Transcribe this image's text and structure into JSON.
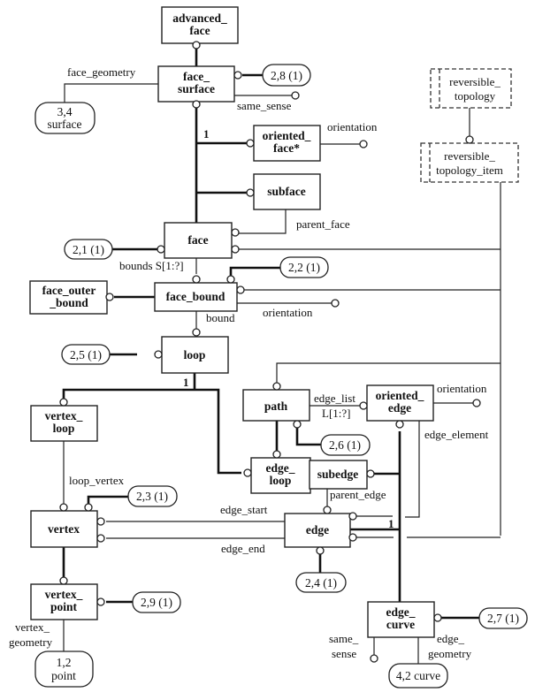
{
  "diagram": {
    "type": "EXPRESS-G",
    "entities": {
      "advanced_face": [
        "advanced_",
        "face"
      ],
      "face_surface": [
        "face_",
        "surface"
      ],
      "oriented_face": [
        "oriented_",
        "face*"
      ],
      "subface": [
        "subface"
      ],
      "face": [
        "face"
      ],
      "face_outer_bound": [
        "face_outer",
        "_bound"
      ],
      "face_bound": [
        "face_bound"
      ],
      "loop": [
        "loop"
      ],
      "vertex_loop": [
        "vertex_",
        "loop"
      ],
      "path": [
        "path"
      ],
      "oriented_edge": [
        "oriented_",
        "edge"
      ],
      "edge_loop": [
        "edge_",
        "loop"
      ],
      "subedge": [
        "subedge"
      ],
      "vertex": [
        "vertex"
      ],
      "edge": [
        "edge"
      ],
      "vertex_point": [
        "vertex_",
        "point"
      ],
      "edge_curve": [
        "edge_",
        "curve"
      ]
    },
    "external_types": {
      "reversible_topology": [
        "reversible_",
        "topology"
      ],
      "reversible_topology_item": [
        "reversible_",
        "topology_item"
      ]
    },
    "page_refs": {
      "r28": "2,8 (1)",
      "r21": "2,1 (1)",
      "r22": "2,2 (1)",
      "r25": "2,5 (1)",
      "r26": "2,6 (1)",
      "r23": "2,3 (1)",
      "r24": "2,4 (1)",
      "r29": "2,9 (1)",
      "r27": "2,7 (1)",
      "surface": [
        "3,4",
        "surface"
      ],
      "point": [
        "1,2",
        "point"
      ],
      "curve": "4,2 curve"
    },
    "labels": {
      "face_geometry": "face_geometry",
      "same_sense_fs": "same_sense",
      "orientation_of": "orientation",
      "parent_face": "parent_face",
      "bounds": "bounds S[1:?]",
      "orientation_fb": "orientation",
      "bound": "bound",
      "edge_list": "edge_list",
      "edge_list_agg": "L[1:?]",
      "orientation_oe": "orientation",
      "edge_element": "edge_element",
      "loop_vertex": "loop_vertex",
      "parent_edge": "parent_edge",
      "edge_start": "edge_start",
      "edge_end": "edge_end",
      "vertex_geometry": [
        "vertex_",
        "geometry"
      ],
      "same_sense_ec": [
        "same_",
        "sense"
      ],
      "edge_geometry": [
        "edge_",
        "geometry"
      ],
      "one": "1"
    }
  }
}
